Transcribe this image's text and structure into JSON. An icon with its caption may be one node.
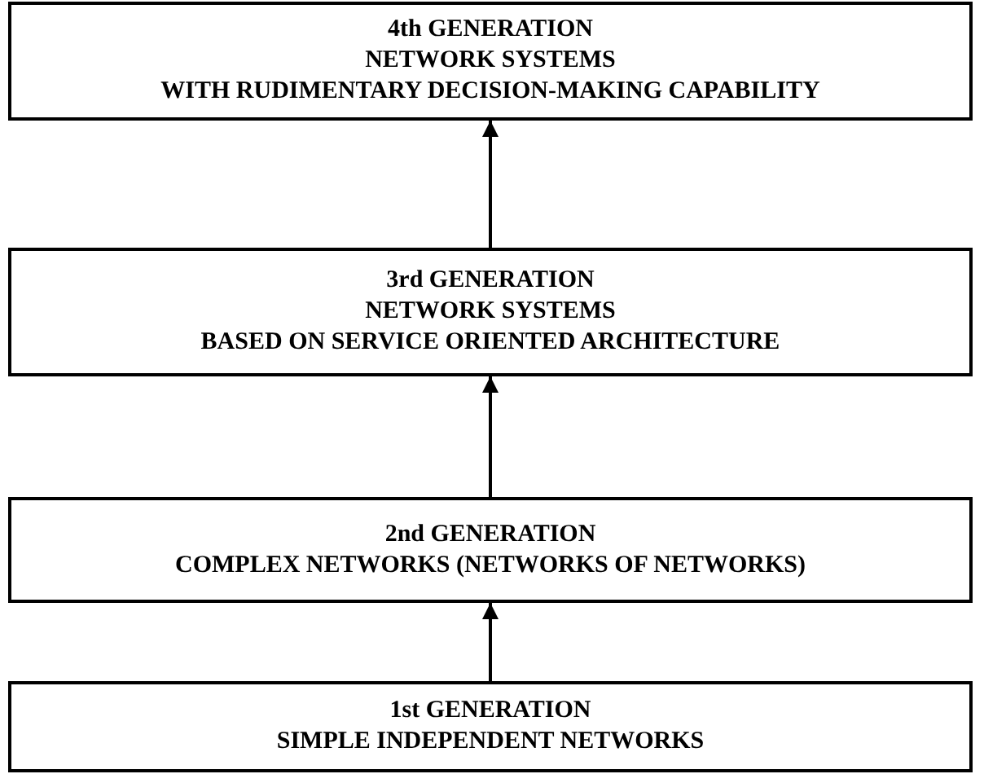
{
  "diagram": {
    "nodes": [
      {
        "text": [
          "4th GENERATION",
          "NETWORK SYSTEMS",
          "WITH RUDIMENTARY DECISION-MAKING CAPABILITY"
        ]
      },
      {
        "text": [
          "3rd GENERATION",
          "NETWORK SYSTEMS",
          "BASED ON SERVICE ORIENTED ARCHITECTURE"
        ]
      },
      {
        "text": [
          "2nd GENERATION",
          "COMPLEX NETWORKS (NETWORKS OF NETWORKS)"
        ]
      },
      {
        "text": [
          "1st GENERATION",
          "SIMPLE INDEPENDENT NETWORKS"
        ]
      }
    ],
    "edges": [
      {
        "from": 3,
        "to": 2,
        "arrow": "to"
      },
      {
        "from": 2,
        "to": 1,
        "arrow": "to"
      },
      {
        "from": 1,
        "to": 0,
        "arrow": "to"
      }
    ]
  }
}
